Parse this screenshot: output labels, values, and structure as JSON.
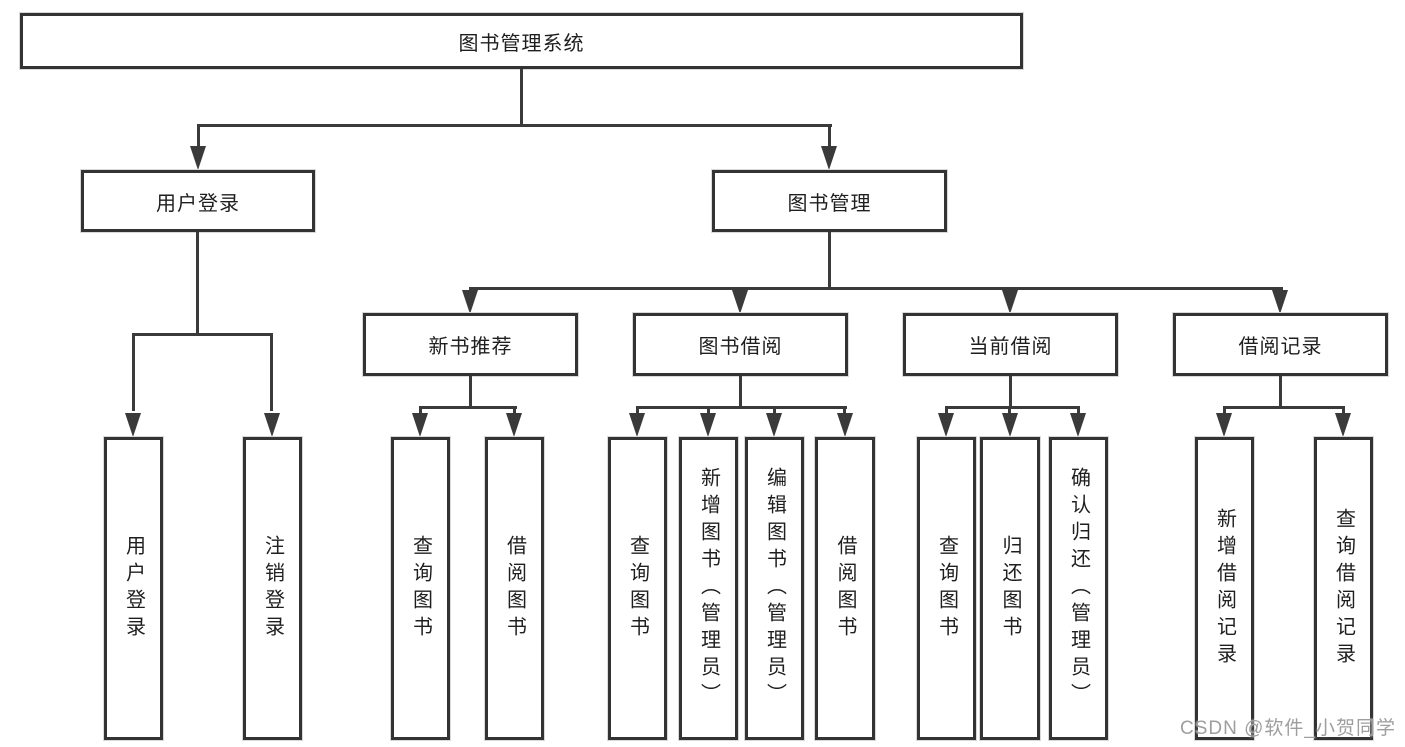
{
  "diagram": {
    "tree": {
      "label": "图书管理系统",
      "children": [
        {
          "label": "用户登录",
          "children": [
            {
              "label": "用户登录"
            },
            {
              "label": "注销登录"
            }
          ]
        },
        {
          "label": "图书管理",
          "children": [
            {
              "label": "新书推荐",
              "children": [
                {
                  "label": "查询图书"
                },
                {
                  "label": "借阅图书"
                }
              ]
            },
            {
              "label": "图书借阅",
              "children": [
                {
                  "label": "查询图书"
                },
                {
                  "label": "新增图书（管理员）"
                },
                {
                  "label": "编辑图书（管理员）"
                },
                {
                  "label": "借阅图书"
                }
              ]
            },
            {
              "label": "当前借阅",
              "children": [
                {
                  "label": "查询图书"
                },
                {
                  "label": "归还图书"
                },
                {
                  "label": "确认归还（管理员）"
                }
              ]
            },
            {
              "label": "借阅记录",
              "children": [
                {
                  "label": "新增借阅记录"
                },
                {
                  "label": "查询借阅记录"
                }
              ]
            }
          ]
        }
      ]
    }
  },
  "watermark": {
    "text": "CSDN @软件_小贺同学"
  },
  "colors": {
    "line": "#3a3a3a",
    "border": "#333333",
    "text": "#1f1f1f",
    "background": "#ffffff",
    "watermark": "#9e9e9e"
  }
}
